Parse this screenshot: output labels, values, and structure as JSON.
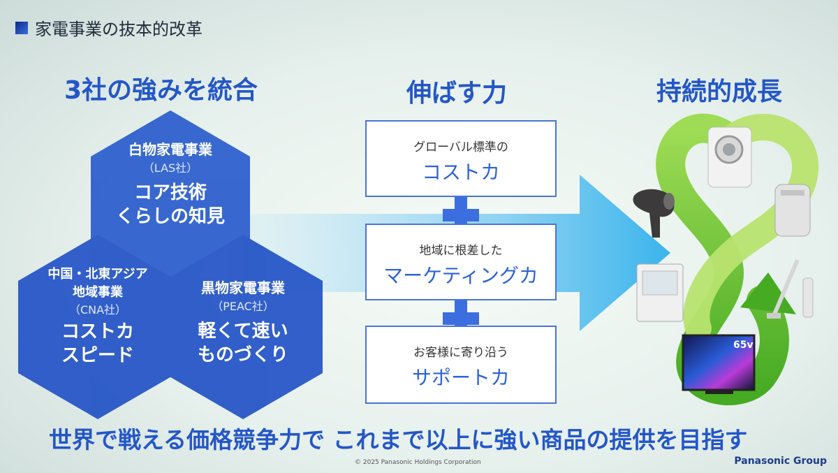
{
  "header": {
    "title": "家電事業の抜本的改革"
  },
  "columns": {
    "left_title": "3社の強みを統合",
    "middle_title": "伸ばす力",
    "right_title": "持続的成長"
  },
  "hexagons": [
    {
      "name": "白物家電事業",
      "company": "（LAS社）",
      "strengths": [
        "コア技術",
        "くらしの知見"
      ]
    },
    {
      "name_lines": [
        "中国・北東アジア",
        "地域事業"
      ],
      "company": "（CNA社）",
      "strengths": [
        "コストカ",
        "スピード"
      ]
    },
    {
      "name": "黒物家電事業",
      "company": "（PEAC社）",
      "strengths": [
        "軽くて速い",
        "ものづくり"
      ]
    }
  ],
  "boxes": [
    {
      "small": "グローバル標準の",
      "big": "コストカ"
    },
    {
      "small": "地域に根差した",
      "big": "マーケティングカ"
    },
    {
      "small": "お客様に寄り沿う",
      "big": "サポートカ"
    }
  ],
  "tv_label": "65v",
  "footer": {
    "tagline": "世界で戦える価格競争力で これまで以上に強い商品の提供を目指す",
    "copyright": "© 2025 Panasonic Holdings Corporation",
    "brand": "Panasonic Group"
  },
  "colors": {
    "accent_blue": "#2456c8",
    "hex_blue": "#1f4fc7",
    "green": "#5cbf2a"
  }
}
